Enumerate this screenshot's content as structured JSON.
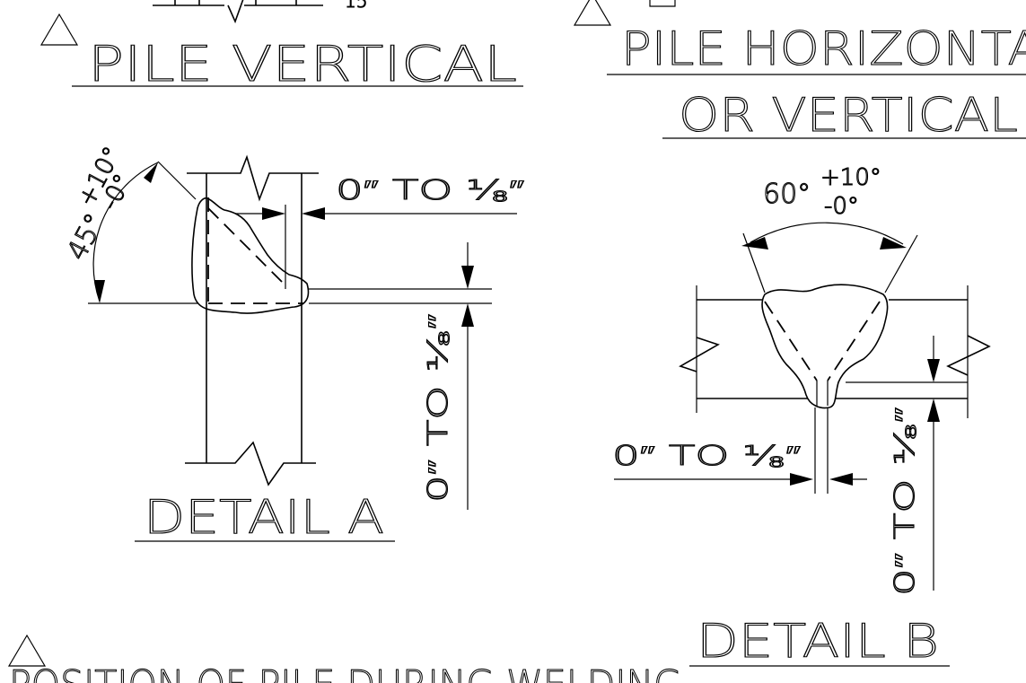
{
  "top_left_fragment": "15",
  "detail_a": {
    "heading": "PILE VERTICAL",
    "angle_main": "45°",
    "angle_plus": "+10°",
    "angle_minus": "-0°",
    "gap_top": "0″ TO ¹⁄₈″",
    "gap_vertical": "0″ TO ¹⁄₈″",
    "title": "DETAIL A"
  },
  "detail_b": {
    "heading_line1": "PILE HORIZONTAL",
    "heading_line2": "OR VERTICAL",
    "angle_main": "60°",
    "angle_plus": "+10°",
    "angle_minus": "-0°",
    "gap_horizontal": "0″ TO ¹⁄₈″",
    "gap_vertical": "0″ TO ¹⁄₈″",
    "title": "DETAIL B"
  },
  "footer_note": "POSITION OF PILE DURING WELDING"
}
